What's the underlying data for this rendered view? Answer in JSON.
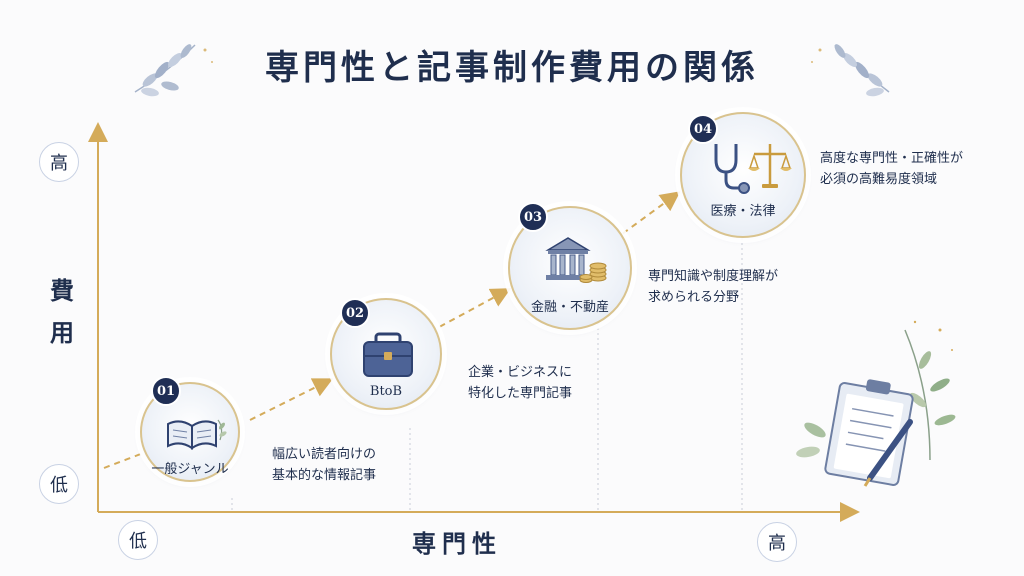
{
  "title": "専門性と記事制作費用の関係",
  "axes": {
    "y_title": "費用",
    "y_high": "高",
    "y_low": "低",
    "x_title": "専門性",
    "x_low": "低",
    "x_high": "高"
  },
  "stages": [
    {
      "number": "01",
      "label": "一般ジャンル",
      "icon": "open-book-icon",
      "description_lines": [
        "幅広い読者向けの",
        "基本的な情報記事"
      ]
    },
    {
      "number": "02",
      "label": "BtoB",
      "icon": "briefcase-icon",
      "description_lines": [
        "企業・ビジネスに",
        "特化した専門記事"
      ]
    },
    {
      "number": "03",
      "label": "金融・不動産",
      "icon": "bank-coins-icon",
      "description_lines": [
        "専門知識や制度理解が",
        "求められる分野"
      ]
    },
    {
      "number": "04",
      "label": "医療・法律",
      "icon": "stethoscope-scales-icon",
      "description_lines": [
        "高度な専門性・正確性が",
        "必須の高難易度領域"
      ]
    }
  ],
  "colors": {
    "navy": "#1f2e55",
    "gold": "#d4ab5a",
    "background": "#fbfbfc"
  }
}
